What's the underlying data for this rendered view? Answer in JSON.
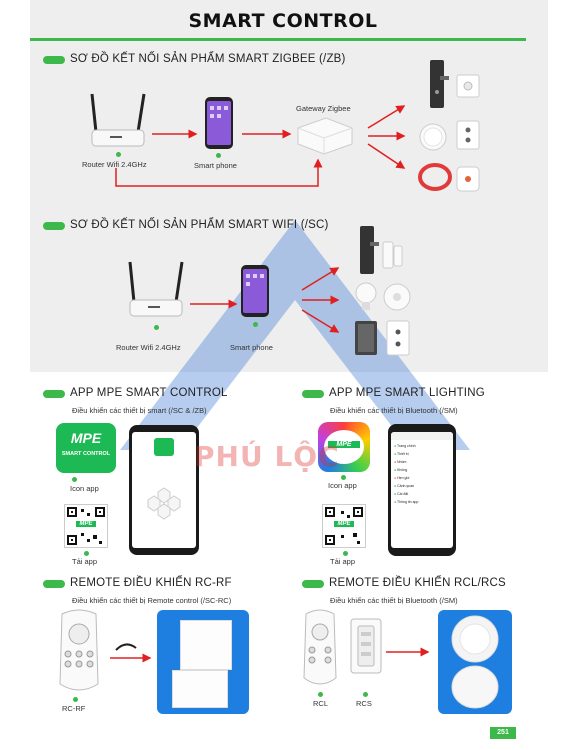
{
  "header": {
    "title": "SMART CONTROL"
  },
  "zigbee": {
    "heading": "SƠ ĐỒ KẾT NỐI SẢN PHẨM SMART ZIGBEE (/ZB)",
    "router_label": "Router Wifi 2.4GHz",
    "phone_label": "Smart phone",
    "gateway_label": "Gateway Zigbee"
  },
  "wifi": {
    "heading": "SƠ ĐỒ KẾT NỐI SẢN PHẨM SMART WIFI (/SC)",
    "router_label": "Router Wifi 2.4GHz",
    "phone_label": "Smart phone"
  },
  "app_control": {
    "heading": "APP MPE SMART CONTROL",
    "subheading": "Điều khiển các thiết bị smart (/SC & /ZB)",
    "icon_text_top": "MPE",
    "icon_text_bottom": "SMART CONTROL",
    "icon_label": "Icon app",
    "download_label": "Tải app",
    "qr_brand": "MPE"
  },
  "app_lighting": {
    "heading": "APP MPE SMART LIGHTING",
    "subheading": "Điều khiển các thiết bị Bluetooth (/SM)",
    "icon_text": "MPE",
    "icon_label": "Icon app",
    "download_label": "Tải app",
    "qr_brand": "MPE",
    "menu_items": [
      "Trang chính",
      "Thiết bị",
      "Nhóm",
      "Không",
      "Hẹn giờ",
      "Cảnh quan",
      "Cài đặt",
      "Thông tin app"
    ]
  },
  "remote_rf": {
    "heading": "REMOTE ĐIỀU KHIỂN RC-RF",
    "subheading": "Điều khiển các thiết bị Remote control (/SC-RC)",
    "remote_label": "RC-RF"
  },
  "remote_rcl": {
    "heading": "REMOTE ĐIỀU KHIỂN RCL/RCS",
    "subheading": "Điều khiển các thiết bị Bluetooth (/SM)",
    "rcl_label": "RCL",
    "rcs_label": "RCS"
  },
  "watermark": {
    "text": "PHÚ LỘC"
  },
  "footer": {
    "page_number": "251"
  },
  "colors": {
    "accent": "#3cb94a",
    "arrow": "#e02020",
    "blue": "#1f7fe0"
  }
}
